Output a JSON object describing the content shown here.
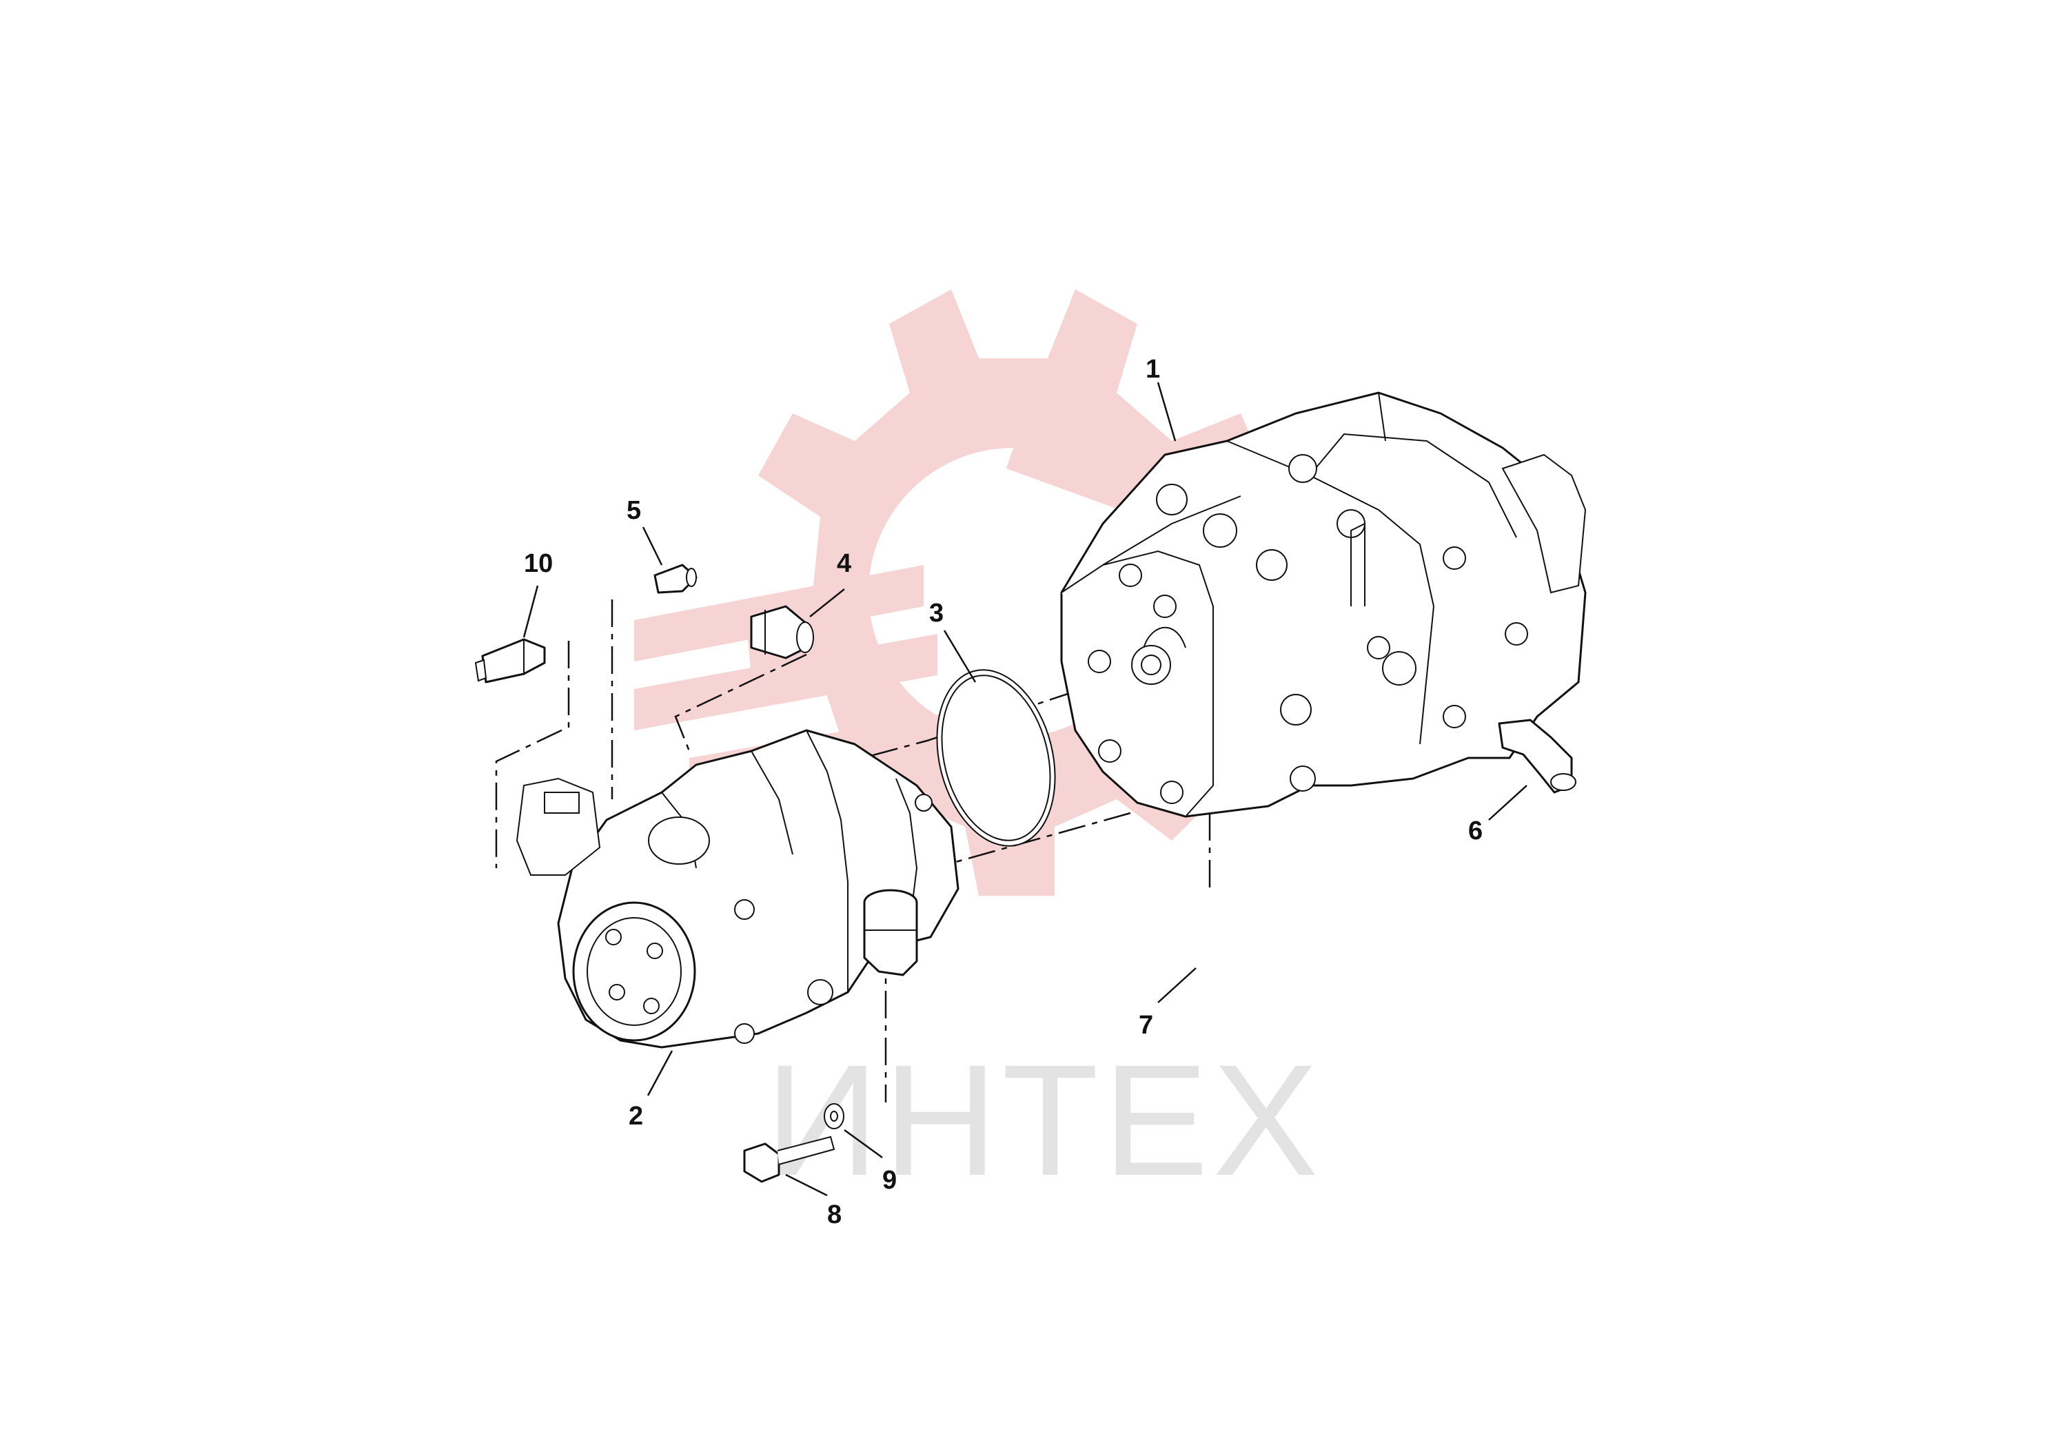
{
  "watermark": {
    "logo": "gear-logo",
    "text": "ИНТЕХ",
    "logo_color": "#f7d4d4",
    "text_color": "#e3e3e3"
  },
  "callouts": [
    {
      "id": "1",
      "label": "1"
    },
    {
      "id": "2",
      "label": "2"
    },
    {
      "id": "3",
      "label": "3"
    },
    {
      "id": "4",
      "label": "4"
    },
    {
      "id": "5",
      "label": "5"
    },
    {
      "id": "6",
      "label": "6"
    },
    {
      "id": "7",
      "label": "7"
    },
    {
      "id": "8",
      "label": "8"
    },
    {
      "id": "9",
      "label": "9"
    },
    {
      "id": "10",
      "label": "10"
    }
  ]
}
